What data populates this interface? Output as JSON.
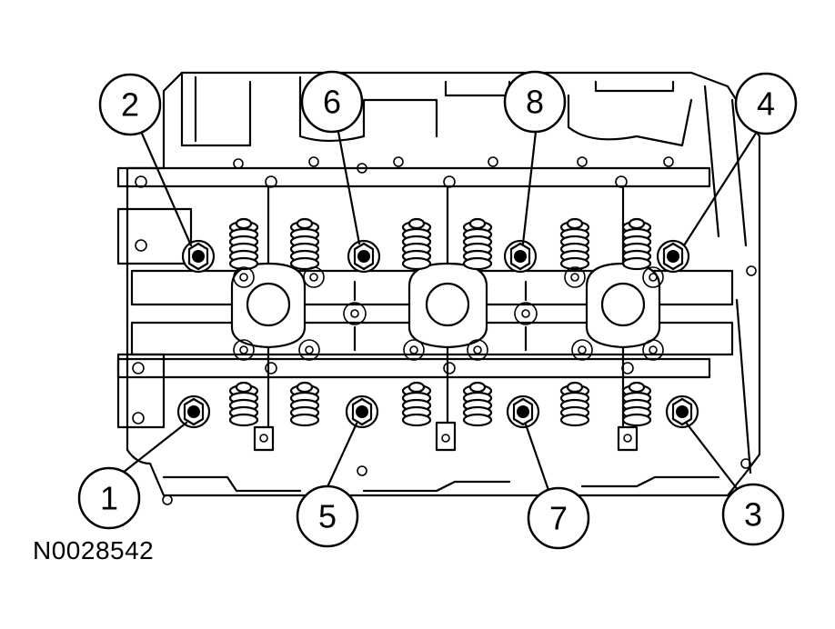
{
  "figure": {
    "id": "N0028542"
  },
  "callouts": [
    {
      "number": "1",
      "target": "head-bolt"
    },
    {
      "number": "2",
      "target": "head-bolt"
    },
    {
      "number": "3",
      "target": "head-bolt"
    },
    {
      "number": "4",
      "target": "head-bolt"
    },
    {
      "number": "5",
      "target": "head-bolt"
    },
    {
      "number": "6",
      "target": "head-bolt"
    },
    {
      "number": "7",
      "target": "head-bolt"
    },
    {
      "number": "8",
      "target": "head-bolt"
    }
  ]
}
